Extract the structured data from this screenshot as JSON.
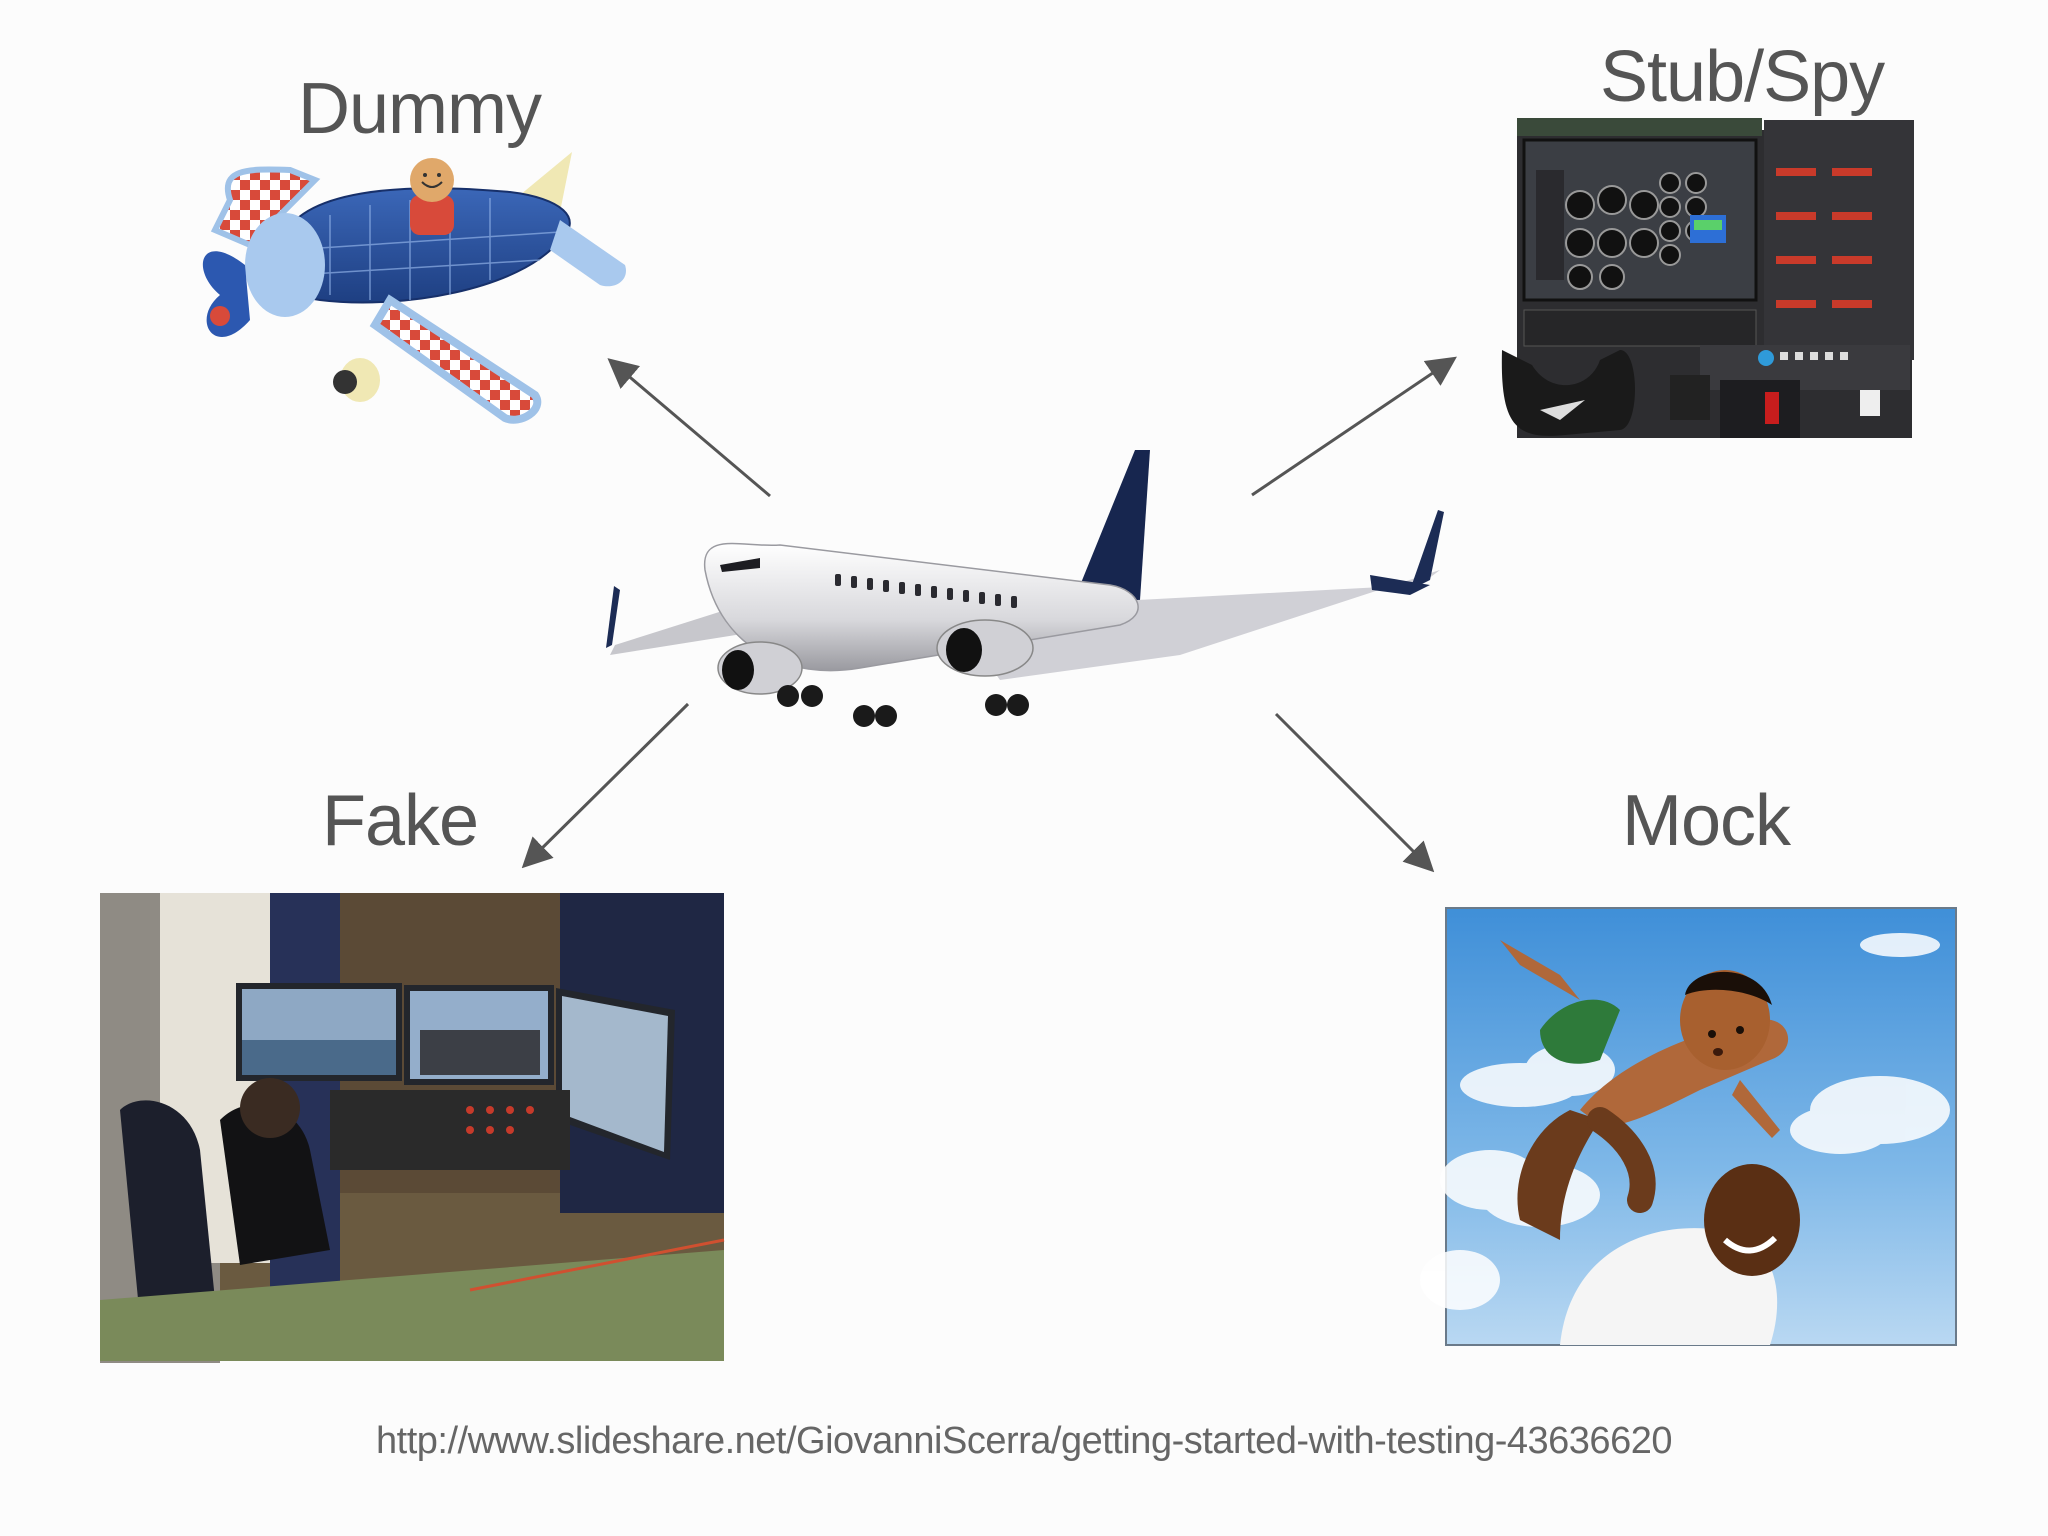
{
  "labels": {
    "dummy": "Dummy",
    "stub_spy": "Stub/Spy",
    "fake": "Fake",
    "mock": "Mock"
  },
  "source_url": "http://www.slideshare.net/GiovanniScerra/getting-started-with-testing-43636620",
  "colors": {
    "background": "#fcfcfc",
    "text": "#555555",
    "arrow": "#555555"
  },
  "images": {
    "center": "airliner",
    "dummy": "wooden-toy-airplane",
    "stub_spy": "flight-sim-cockpit-panel",
    "fake": "home-flight-simulator-rig",
    "mock": "father-lifting-child-sky"
  }
}
